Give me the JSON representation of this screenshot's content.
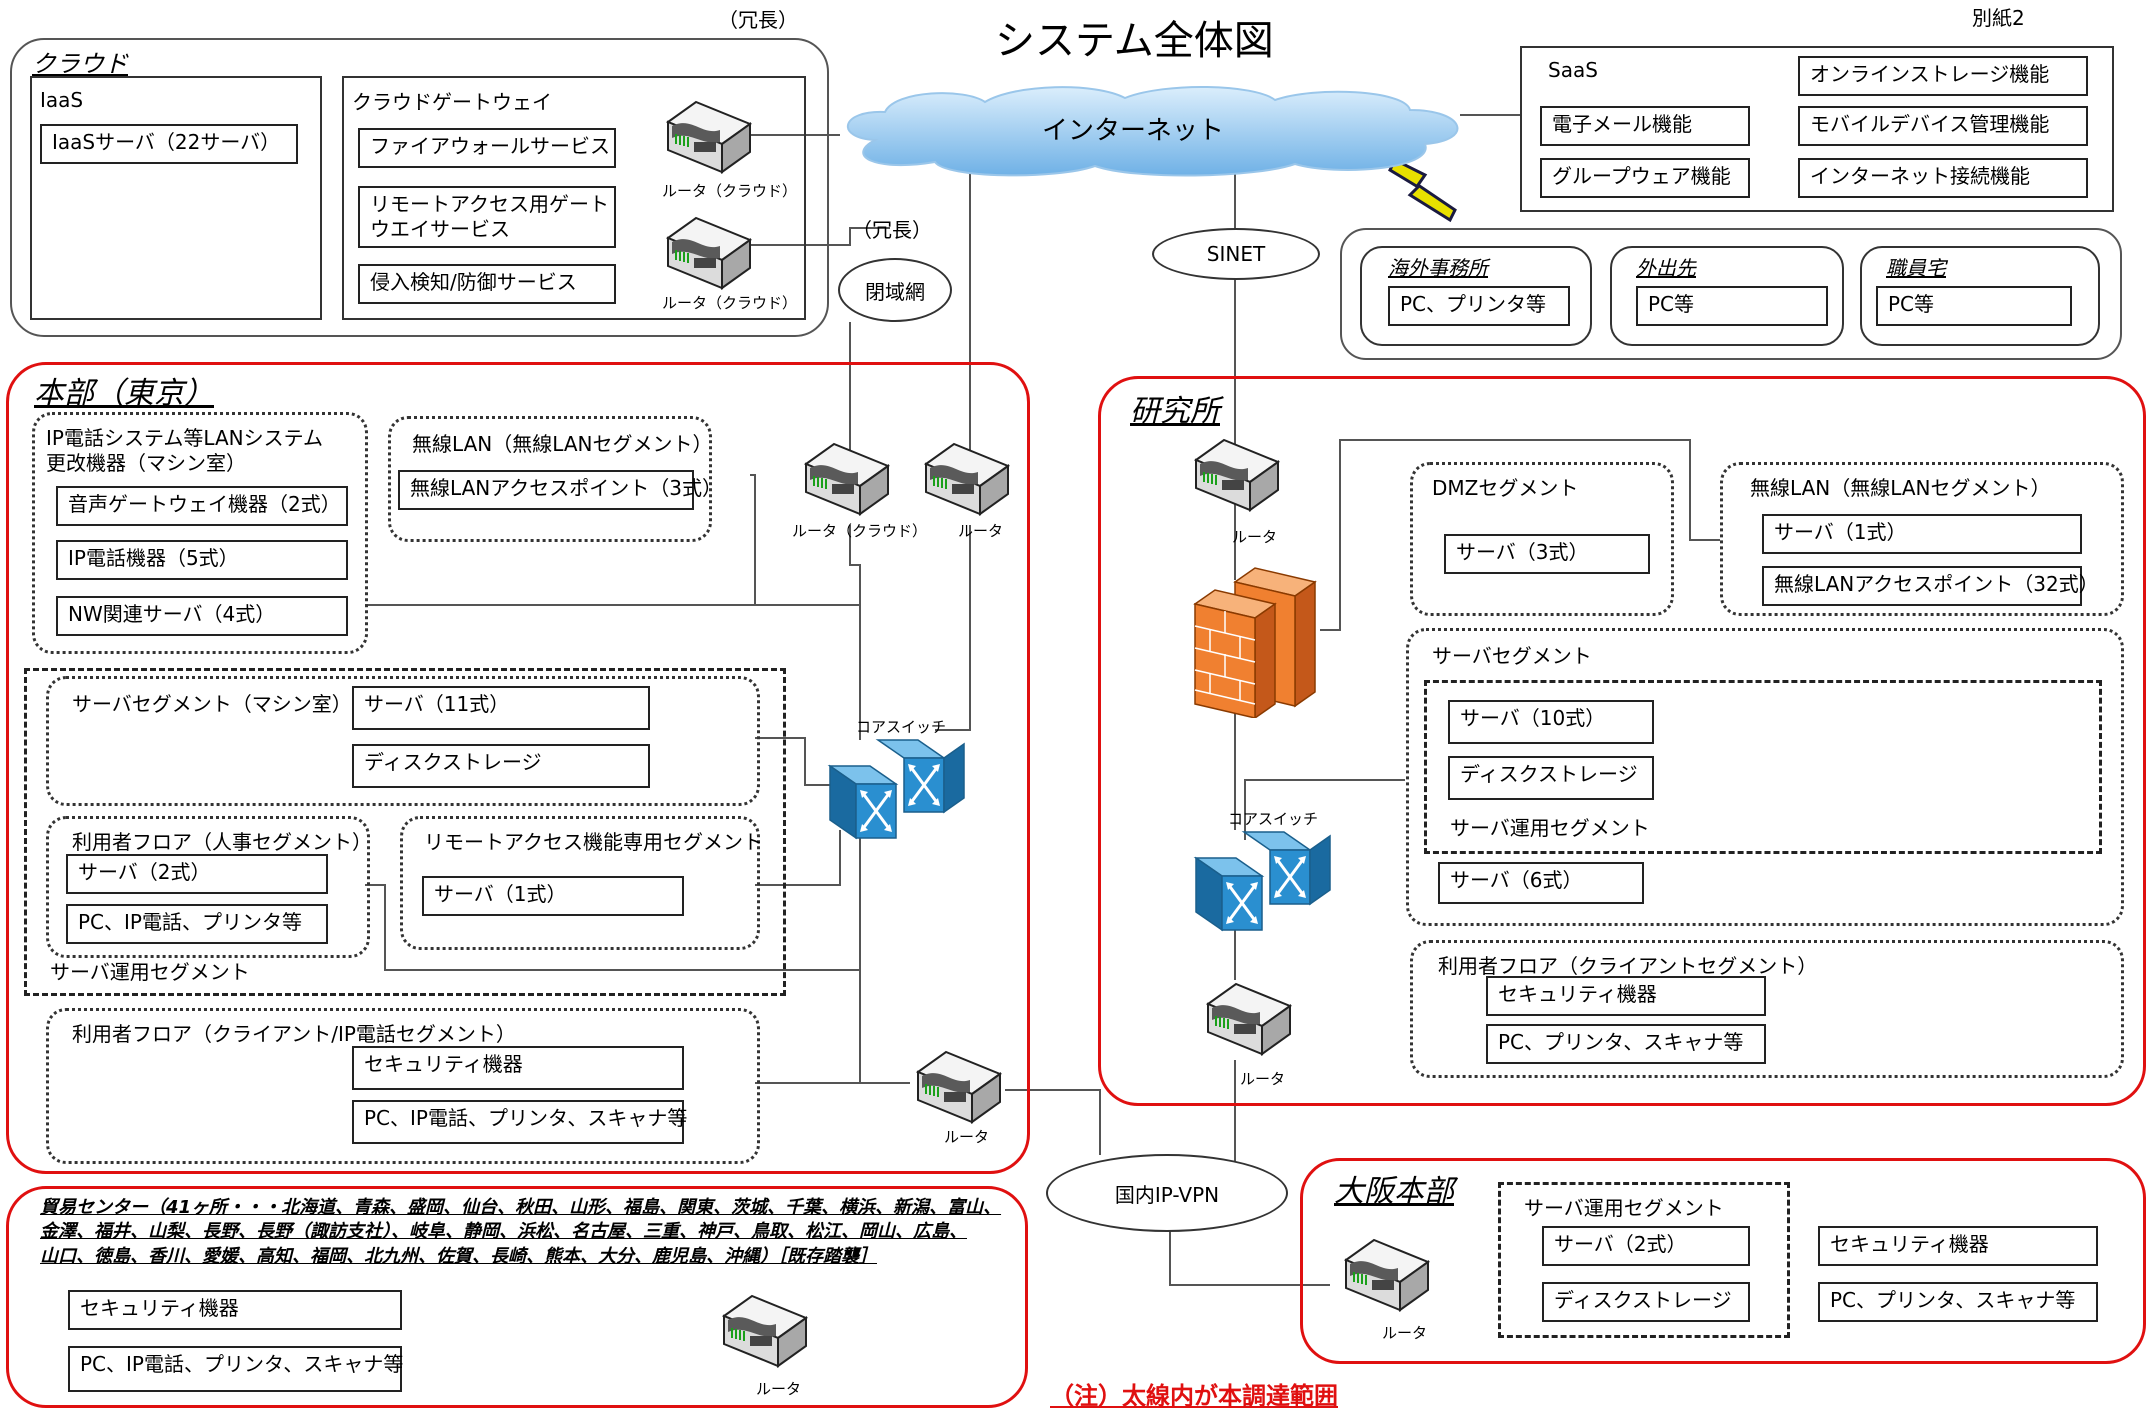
{
  "page": {
    "title": "システム全体図",
    "annex": "別紙2",
    "redundancy_top": "（冗長）",
    "note": "（注）太線内が本調達範囲"
  },
  "cloud": {
    "title": "クラウド",
    "iaas": {
      "label": "IaaS",
      "server": "IaaSサーバ（22サーバ）"
    },
    "gateway": {
      "label": "クラウドゲートウェイ",
      "services": [
        "ファイアウォールサービス",
        "リモートアクセス用ゲート\nウエイサービス",
        "侵入検知/防御サービス"
      ]
    },
    "router1": "ルータ（クラウド）",
    "router2": "ルータ（クラウド）"
  },
  "internet": {
    "label": "インターネット"
  },
  "sinet": {
    "label": "SINET"
  },
  "closed_network": {
    "label": "閉域網",
    "redundancy": "（冗長）"
  },
  "saas": {
    "label": "SaaS",
    "items": [
      "オンラインストレージ機能",
      "電子メール機能",
      "モバイルデバイス管理機能",
      "グループウェア機能",
      "インターネット接続機能"
    ]
  },
  "remote": {
    "overseas": {
      "title": "海外事務所",
      "item": "PC、プリンタ等"
    },
    "outside": {
      "title": "外出先",
      "item": "PC等"
    },
    "home": {
      "title": "職員宅",
      "item": "PC等"
    }
  },
  "hq": {
    "title": "本部（東京）",
    "ip_phone": {
      "title": "IP電話システム等LANシステム\n更改機器（マシン室）",
      "items": [
        "音声ゲートウェイ機器（2式）",
        "IP電話機器（5式）",
        "NW関連サーバ（4式）"
      ]
    },
    "wlan": {
      "title": "無線LAN（無線LANセグメント）",
      "item": "無線LANアクセスポイント（3式）"
    },
    "server_seg": {
      "title": "サーバセグメント（マシン室）",
      "items": [
        "サーバ（11式）",
        "ディスクストレージ"
      ]
    },
    "user_hr": {
      "title": "利用者フロア（人事セグメント）",
      "items": [
        "サーバ（2式）",
        "PC、IP電話、プリンタ等"
      ]
    },
    "remote_seg": {
      "title": "リモートアクセス機能専用セグメント",
      "item": "サーバ（1式）"
    },
    "ops_seg": "サーバ運用セグメント",
    "user_client": {
      "title": "利用者フロア（クライアント/IP電話セグメント）",
      "items": [
        "セキュリティ機器",
        "PC、IP電話、プリンタ、スキャナ等"
      ]
    },
    "router_cloud": "ルータ（クラウド）",
    "router": "ルータ",
    "core_switch": "コアスイッチ",
    "router_bottom": "ルータ"
  },
  "lab": {
    "title": "研究所",
    "router_top": "ルータ",
    "dmz": {
      "title": "DMZセグメント",
      "item": "サーバ（3式）"
    },
    "wlan": {
      "title": "無線LAN（無線LANセグメント）",
      "items": [
        "サーバ（1式）",
        "無線LANアクセスポイント（32式）"
      ]
    },
    "server_seg": {
      "title": "サーバセグメント",
      "items": [
        "サーバ（10式）",
        "ディスクストレージ"
      ],
      "ops": "サーバ運用セグメント",
      "extra": "サーバ（6式）"
    },
    "core_switch": "コアスイッチ",
    "user": {
      "title": "利用者フロア（クライアントセグメント）",
      "items": [
        "セキュリティ機器",
        "PC、プリンタ、スキャナ等"
      ]
    },
    "router_bottom": "ルータ"
  },
  "ipvpn": {
    "label": "国内IP-VPN"
  },
  "trade": {
    "title_lines": [
      "貿易センター（41ヶ所・・・北海道、青森、盛岡、仙台、秋田、山形、福島、関東、茨城、千葉、横浜、新潟、富山、",
      "金澤、福井、山梨、長野、長野（諏訪支社）、岐阜、静岡、浜松、名古屋、三重、神戸、鳥取、松江、岡山、広島、",
      "山口、徳島、香川、愛媛、高知、福岡、北九州、佐賀、長崎、熊本、大分、鹿児島、沖縄）［既存踏襲］"
    ],
    "items": [
      "セキュリティ機器",
      "PC、IP電話、プリンタ、スキャナ等"
    ],
    "router": "ルータ"
  },
  "osaka": {
    "title": "大阪本部",
    "ops": {
      "title": "サーバ運用セグメント",
      "items": [
        "サーバ（2式）",
        "ディスクストレージ"
      ]
    },
    "items": [
      "セキュリティ機器",
      "PC、プリンタ、スキャナ等"
    ],
    "router": "ルータ"
  },
  "colors": {
    "red": "#e01010",
    "cloud_fill": "#8ec3ee",
    "switch": "#2a8fd0",
    "firewall": "#f08030",
    "lightning": "#e8e000"
  }
}
